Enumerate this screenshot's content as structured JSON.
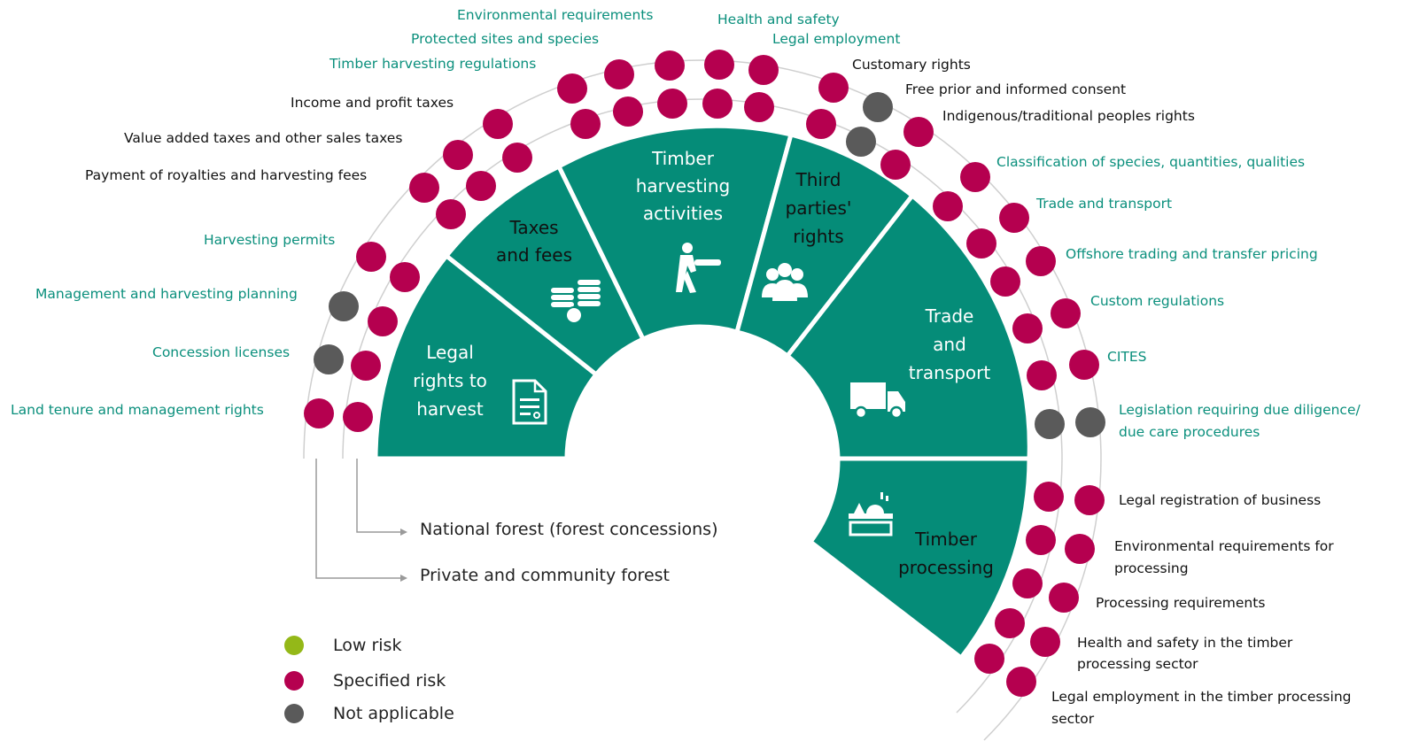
{
  "colors": {
    "segment": "#058c78",
    "specified_risk": "#b5004f",
    "not_applicable": "#5a5a5a",
    "low_risk": "#94b818",
    "teal_label": "#0a8f7c",
    "dark_label": "#111111"
  },
  "segments": {
    "legal": {
      "line1": "Legal",
      "line2": "rights to",
      "line3": "harvest",
      "icon": "document-icon"
    },
    "taxes": {
      "line1": "Taxes",
      "line2": "and fees",
      "icon": "coins-icon"
    },
    "timber": {
      "line1": "Timber",
      "line2": "harvesting",
      "line3": "activities",
      "icon": "chainsaw-worker-icon"
    },
    "third": {
      "line1": "Third",
      "line2": "parties'",
      "line3": "rights",
      "icon": "people-icon"
    },
    "trade": {
      "line1": "Trade",
      "line2": "and",
      "line3": "transport",
      "icon": "truck-icon"
    },
    "processing": {
      "line1": "Timber",
      "line2": "processing",
      "icon": "sawmill-icon"
    }
  },
  "categories": {
    "land_tenure": "Land tenure and management rights",
    "concession_licenses": "Concession licenses",
    "management_planning": "Management and harvesting planning",
    "harvesting_permits": "Harvesting permits",
    "royalties": "Payment of royalties and harvesting fees",
    "vat": "Value added taxes and other sales taxes",
    "income_tax": "Income and profit taxes",
    "timber_regs": "Timber harvesting regulations",
    "protected_sites": "Protected sites and species",
    "env_requirements": "Environmental requirements",
    "health_safety": "Health and safety",
    "legal_employment": "Legal employment",
    "customary_rights": "Customary rights",
    "fpic": "Free prior and informed consent",
    "indigenous_rights": "Indigenous/traditional peoples rights",
    "classification": "Classification of species, quantities, qualities",
    "trade_transport": "Trade and transport",
    "offshore": "Offshore trading and transfer pricing",
    "custom_regs": "Custom regulations",
    "cites": "CITES",
    "due_diligence_1": "Legislation requiring due diligence/",
    "due_diligence_2": "due care procedures",
    "legal_registration": "Legal registration of business",
    "env_processing_1": "Environmental requirements for",
    "env_processing_2": "processing",
    "processing_req": "Processing requirements",
    "hs_processing_1": "Health and safety in the timber",
    "hs_processing_2": "processing sector",
    "employment_processing_1": "Legal employment in the timber processing",
    "employment_processing_2": "sector"
  },
  "risk_status": {
    "land_tenure": [
      "specified",
      "specified"
    ],
    "concession_licenses": [
      "specified",
      "not_applicable"
    ],
    "management_planning": [
      "specified",
      "not_applicable"
    ],
    "harvesting_permits": [
      "specified",
      "specified"
    ],
    "royalties": [
      "specified",
      "specified"
    ],
    "vat": [
      "specified",
      "specified"
    ],
    "income_tax": [
      "specified",
      "specified"
    ],
    "timber_regs": [
      "specified",
      "specified"
    ],
    "protected_sites": [
      "specified",
      "specified"
    ],
    "env_requirements": [
      "specified",
      "specified"
    ],
    "health_safety": [
      "specified",
      "specified"
    ],
    "legal_employment": [
      "specified",
      "specified"
    ],
    "customary_rights": [
      "specified",
      "specified"
    ],
    "fpic": [
      "not_applicable",
      "not_applicable"
    ],
    "indigenous_rights": [
      "specified",
      "specified"
    ],
    "classification": [
      "specified",
      "specified"
    ],
    "trade_transport": [
      "specified",
      "specified"
    ],
    "offshore": [
      "specified",
      "specified"
    ],
    "custom_regs": [
      "specified",
      "specified"
    ],
    "cites": [
      "specified",
      "specified"
    ],
    "due_diligence": [
      "not_applicable",
      "not_applicable"
    ],
    "legal_registration": [
      "specified",
      "specified"
    ],
    "env_processing": [
      "specified",
      "specified"
    ],
    "processing_req": [
      "specified",
      "specified"
    ],
    "hs_processing": [
      "specified",
      "specified"
    ],
    "employment_processing": [
      "specified",
      "specified"
    ]
  },
  "rings": {
    "national": "National forest (forest concessions)",
    "private": "Private and community forest"
  },
  "legend": {
    "low": "Low risk",
    "specified": "Specified risk",
    "na": "Not applicable"
  }
}
